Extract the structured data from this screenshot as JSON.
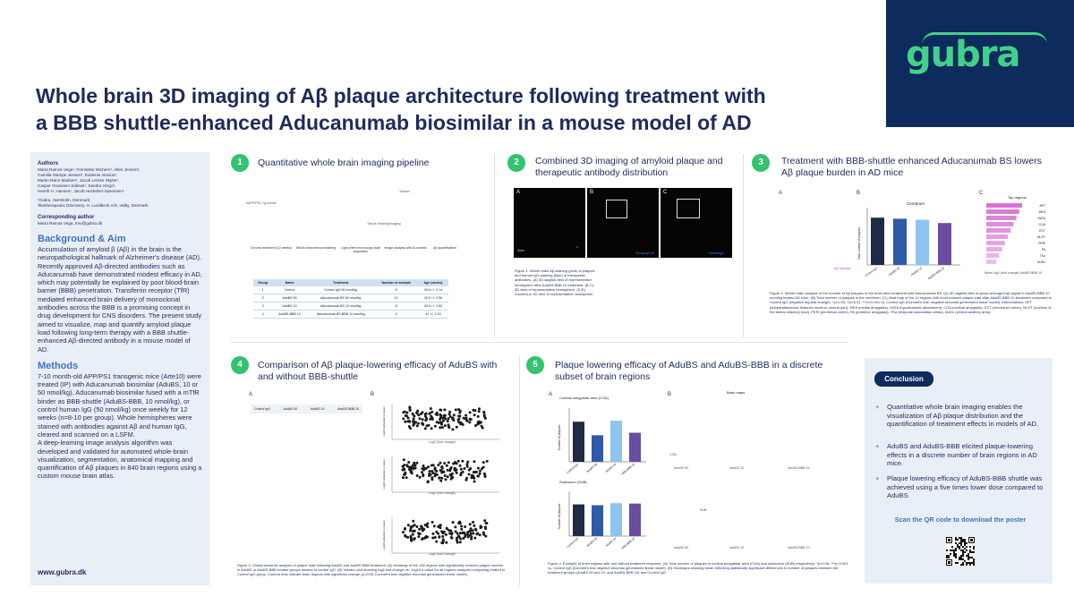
{
  "brand": {
    "logo_text": "gubra",
    "logo_color": "#3fd28a",
    "logo_bg": "#0d2b5c"
  },
  "title": {
    "line1": "Whole brain 3D imaging of Aβ plaque architecture following treatment with",
    "line2": "a BBB shuttle-enhanced Aducanumab biosimilar in a mouse model of AD"
  },
  "sidebar": {
    "authors_heading": "Authors",
    "authors_lines": [
      "Marta Ramos Vega¹, Frensiske Wichern¹, Allen Jensen²,",
      "Camilla Stampe Jensen², Evidenie Alexiou¹,",
      "Martin Rønn Madsen¹, Jacob Lercke Skytte¹,",
      "Casper Gravesen Salinas¹, Sandra Vergo²,",
      "Henrik H. Hansen¹, Jacob Hecksher-Sørensen¹"
    ],
    "affiliations": [
      "¹Gubra, Hørsholm, Denmark;",
      "²Biotherapeutic Discovery, H. Lundbeck A/S, Valby, Denmark"
    ],
    "corresponding_heading": "Corresponding author",
    "corresponding_text": "Marta Ramos Vega, mrv@gubra.dk",
    "background_heading": "Background & Aim",
    "background_text": "Accumulation of amyloid β (Aβ) in the brain is the neuropathological hallmark of Alzheimer's disease (AD). Recently approved Aβ-directed antibodies such as Aducanumab have demonstrated modest efficacy in AD, which may potentially be explained by poor blood-brain barrier (BBB) penetration. Transferrin receptor (TfR) mediated enhanced brain delivery of monoclonal antibodies across the BBB is a promising concept in drug development for CNS disorders. The present study aimed to visualize, map and quantify amyloid plaque load following long-term therapy with a BBB shuttle-enhanced Aβ-directed antibody in a mouse model of AD.",
    "methods_heading": "Methods",
    "methods_text": "7-10 month-old APP/PS1 transgenic mice (Arte10) were treated (IP) with Aducanumab biosimilar (AduBS, 10 or 50 nmol/kg), Aducanumab biosimilar fused with a mTfR binder as BBB-shuttle (AduBS-BBB, 10 nmol/kg), or control human IgG (50 nmol/kg) once weekly for 12 weeks (n=8-10 per group). Whole hemispheres were stained with antibodies against Aβ and human IgG, cleared and scanned on a LSFM.",
    "methods_text2": "A deep-learning image analysis algorithm was developed and validated for automated whole-brain visualization, segmentation, anatomical mapping and quantification of Aβ plaques in 840 brain regions using a custom mouse brain atlas.",
    "url": "www.gubra.dk"
  },
  "sections": [
    {
      "num": "1",
      "title": "Quantitative whole brain imaging pipeline"
    },
    {
      "num": "2",
      "title": "Combined 3D imaging of amyloid plaque and therapeutic antibody distribution"
    },
    {
      "num": "3",
      "title": "Treatment with BBB-shuttle enhanced Aducanumab BS lowers Aβ plaque burden in AD mice"
    },
    {
      "num": "4",
      "title": "Comparison of Aβ plaque-lowering efficacy of AduBS with and without BBB-shuttle"
    },
    {
      "num": "5",
      "title": "Plaque lowering efficacy of AduBS and AduBS-BBB in a discrete subset of brain regions"
    }
  ],
  "pipeline": {
    "top_left": "hAPP/PS1 Tg mouse",
    "top_right": "Tracker",
    "steps": [
      "Chronic treatment (12 weeks)",
      "Whole-brain immunostaining",
      "Light-sheet microscopy data acquisition",
      "Image analysis with AI-models",
      "Aβ quantification"
    ],
    "mid": "Tissue clearing/imaging"
  },
  "group_table": {
    "headers": [
      "Group",
      "Name",
      "Treatment",
      "Number of animals",
      "Age (weeks)"
    ],
    "rows": [
      [
        "1",
        "Control",
        "Control IgG 50 nmol/kg",
        "8",
        "30.6 +/- 2.14"
      ],
      [
        "2",
        "AduBS 50",
        "Aducanumab BS 50 nmol/kg",
        "10",
        "42.6 +/- 2.56"
      ],
      [
        "3",
        "AduBS 10",
        "Aducanumab BS 10 nmol/kg",
        "8",
        "43.8 +/- 2.53"
      ],
      [
        "4",
        "AduBS-BBB 10",
        "Aducanumab BS-BBB 10 nmol/kg",
        "9",
        "41 +/- 2.33"
      ]
    ]
  },
  "fig1_caption": "Figure 1. Whole brain Aβ staining (pink) of plaques and human IgG staining (blue) of therapeutic antibodies. (A) 3D sagittal view of representative hemisphere after AduBS-BBB 10 treatment. (B-C) 3D view of representative hemisphere. (D-E) Zoomed-in 3D view of representative hemisphere.",
  "fig2_caption": "Figure 2. Whole brain analysis of the number of Aβ plaques in the brain after treatment with Aducanumab BS. (A) 3D sagittal view of group-averaged Aβ signal in AduBS-BBB 10 nmol/kg treated AD mice. (B) Total number of plaques in the cerebrum. (C) Heat map of the 10 regions with most reduced plaque load after AduBS-BBB 10 treatment compared to Control IgG (negative log-fold change). *p<0.05, **p<0.01, ***p<0.001 vs. Control IgG (Dunnett's test, negative binomial generalized linear model). Abbreviations: APT (subparafascicular thalamic nucleus, central part), MEA (medial amygdala), HATA (hypothalamic attachment), COA (cortical amygdala), ECT (ectorhinal cortex), NLOT (nucleus of the lateral olfactory tract), PERI (perirhinal cortex), PA (posterior amygdala), TEa (temporal association areas), AUDv (ventral auditory area).",
  "fig3_caption": "Figure 3. Global semantic analysis of plaque load following AduBS and AduBS-BBB treatment. (A) Heatmap of the 135 regions with significantly reduced plaque number in AduBS or AduBS-BBB treated groups relative to control IgG. (B) Volcano plot showing log2 fold change vs. -log10 p-value for all regions analyzed comparing treated to Control IgG group. Colored dots indicate brain regions with significant change (p<0.05, Dunnett's test negative binomial generalized linear model).",
  "fig4_caption": "Figure 4. Example of brain regions with and without treatment response. (A) Total number of plaques in cortical amygdalar area (COA) and subiculum (SUB) respectively. *p<0.05, ***p<0.001 vs. Control IgG (Dunnett's test negative binomial generalized linear model). (B) Heatmaps showing mean reflecting statistically significant differences in number of plaques between the treatment groups (AduBS 50 and 10, and AduBS-BBB 10) and Control IgG.",
  "panel_labels": {
    "a": "A",
    "b": "B",
    "c": "C"
  },
  "fig1_panels": {
    "humanigg": "HumanIgG",
    "scalebar": "2mm"
  },
  "fig2": {
    "cerebrum_title": "Cerebrum",
    "ylabel": "Total number of plaques",
    "x_labels": [
      "Control IgG",
      "AduBS 50",
      "AduBS 10",
      "AduBS-BBB 10"
    ],
    "top_regions_title": "Top regions",
    "top_regions": [
      "APT",
      "MEA",
      "HATA",
      "COA",
      "ECT",
      "NLOT",
      "PERI",
      "PA",
      "TEa",
      "AUDv"
    ],
    "heat_xlabel": "Mean log2 (fold change) AduBS-BBB 10",
    "avg_label": "Aβ average"
  },
  "fig3": {
    "row_labels": [
      "Control IgG",
      "AduBS 50",
      "AduBS 10",
      "AduBS-BBB 10"
    ],
    "ylabel": "-log10 (adjusted p-value)",
    "xlabel": "Log2 (fold change)"
  },
  "fig4": {
    "coa_title": "Cortical amygdalar area (COA)",
    "sub_title": "Subiculum (SUB)",
    "ylabel": "Number of plaques",
    "x_labels": [
      "Control IgG",
      "AduBS 50",
      "AduBS 10",
      "AduBS-BBB 10"
    ],
    "brain_maps": "Brain maps",
    "coa_short": "COA",
    "sub_short": "SUB",
    "map_labels": [
      "AduBS 50",
      "AduBS 10",
      "AduBS-BBB 10"
    ]
  },
  "conclusion": {
    "badge": "Conclusion",
    "items": [
      "Quantitative whole brain imaging enables the visualization of Aβ plaque distribution and the quantification of treatment effects in models of AD.",
      "AduBS and AduBS-BBB elicited plaque-lowering effects in a discrete number of brain regions in AD mice.",
      "Plaque lowering efficacy of AduBS-BBB shuttle was achieved using a five times lower dose compared to AduBS"
    ],
    "qr_text": "Scan the QR code to download the poster"
  },
  "chart_data": [
    {
      "type": "bar",
      "title": "Cerebrum",
      "categories": [
        "Control IgG",
        "AduBS 50",
        "AduBS 10",
        "AduBS-BBB 10"
      ],
      "values": [
        88,
        86,
        84,
        78
      ],
      "colors": [
        "#1f2a44",
        "#2e5aa8",
        "#8ec5f0",
        "#6a4ca0"
      ],
      "ylabel": "Total number of plaques"
    },
    {
      "type": "bar",
      "title": "Cortical amygdalar area (COA)",
      "categories": [
        "Control IgG",
        "AduBS 50",
        "AduBS 10",
        "AduBS-BBB 10"
      ],
      "values": [
        80,
        53,
        82,
        58
      ],
      "colors": [
        "#1f2a44",
        "#2e5aa8",
        "#8ec5f0",
        "#6a4ca0"
      ],
      "ylabel": "Number of plaques"
    },
    {
      "type": "bar",
      "title": "Subiculum (SUB)",
      "categories": [
        "Control IgG",
        "AduBS 50",
        "AduBS 10",
        "AduBS-BBB 10"
      ],
      "values": [
        77,
        75,
        80,
        79
      ],
      "colors": [
        "#1f2a44",
        "#2e5aa8",
        "#8ec5f0",
        "#6a4ca0"
      ],
      "ylabel": "Number of plaques"
    }
  ]
}
